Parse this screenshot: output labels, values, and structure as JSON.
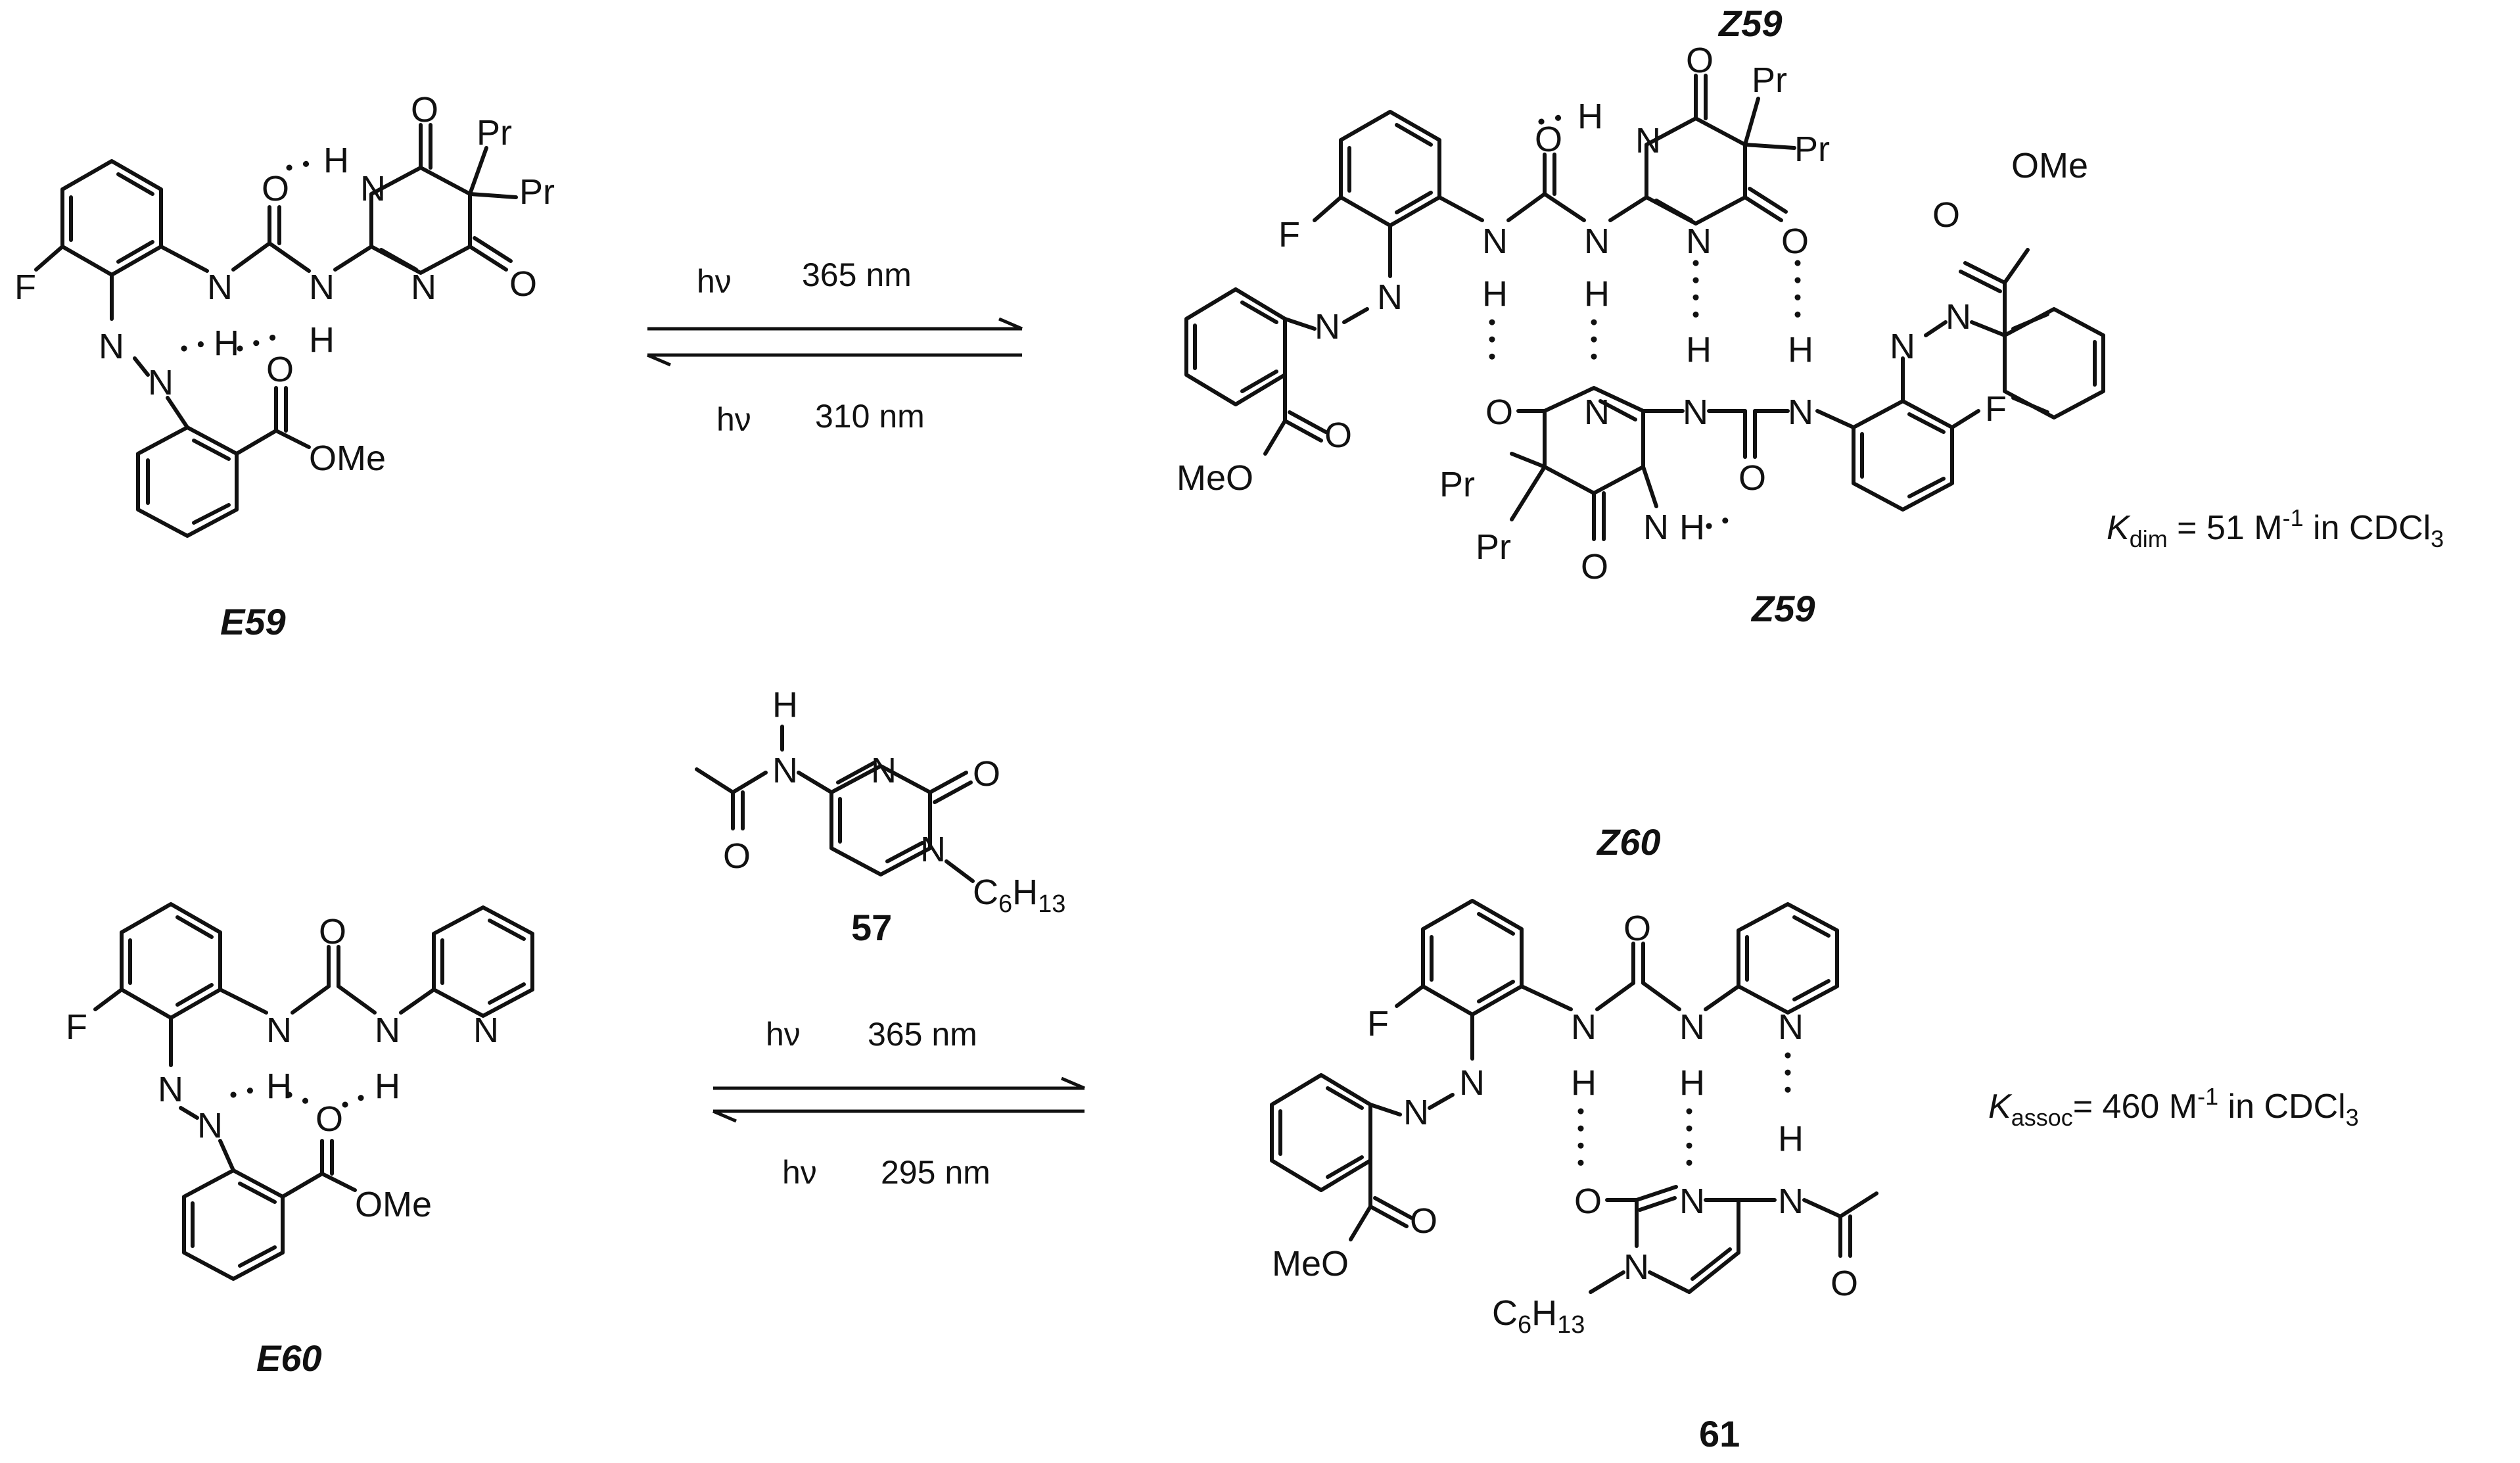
{
  "labels": {
    "e59": "E59",
    "z59_top": "Z59",
    "z59_bottom": "Z59",
    "e60": "E60",
    "z60": "Z60",
    "c57": "57",
    "c61": "61"
  },
  "reaction1": {
    "forward_hv": "hν",
    "forward_wavelength": "365 nm",
    "reverse_hv": "hν",
    "reverse_wavelength": "310 nm"
  },
  "reaction2": {
    "forward_hv": "hν",
    "forward_wavelength": "365 nm",
    "reverse_hv": "hν",
    "reverse_wavelength": "295 nm"
  },
  "constants": {
    "kdim_symbol": "K",
    "kdim_sub": "dim",
    "kdim_value": " = 51 M",
    "kdim_exp": "-1",
    "kdim_solvent": " in CDCl",
    "kdim_solvent_sub": "3",
    "kassoc_symbol": "K",
    "kassoc_sub": "assoc",
    "kassoc_value": "= 460 M",
    "kassoc_exp": "-1",
    "kassoc_solvent": " in CDCl",
    "kassoc_solvent_sub": "3"
  },
  "atoms": {
    "F": "F",
    "N": "N",
    "O": "O",
    "H": "H",
    "Pr": "Pr",
    "OMe": "OMe",
    "MeO": "MeO",
    "C6": "C",
    "C6_sub": "6",
    "H13": "H",
    "H13_sub": "13"
  }
}
